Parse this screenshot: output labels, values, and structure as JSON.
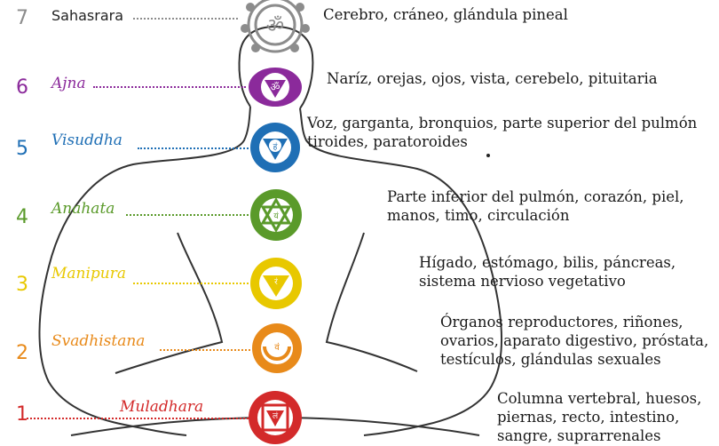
{
  "chakras": [
    {
      "num": "7",
      "name": "Sahasrara",
      "color": "#8c8c8c",
      "symbol": "ॐ",
      "desc": [
        "Cerebro, cráneo, glándula pineal"
      ]
    },
    {
      "num": "6",
      "name": "Ajna",
      "color": "#8b2a9b",
      "symbol": "ॐ",
      "desc": [
        "Naríz, orejas, ojos, vista, cerebelo, pituitaria"
      ]
    },
    {
      "num": "5",
      "name": "Visuddha",
      "color": "#1f6fb5",
      "symbol": "हं",
      "desc": [
        "Voz, garganta, bronquios, parte superior del pulmón",
        "tiroides, paratoroides"
      ]
    },
    {
      "num": "4",
      "name": "Anahata",
      "color": "#5a9a2a",
      "symbol": "यं",
      "desc": [
        "Parte inferior del pulmón, corazón, piel,",
        "manos, timo, circulación"
      ]
    },
    {
      "num": "3",
      "name": "Manipura",
      "color": "#e8c800",
      "symbol": "रं",
      "desc": [
        "Hígado, estómago, bilis, páncreas,",
        "sistema nervioso vegetativo"
      ]
    },
    {
      "num": "2",
      "name": "Svadhistana",
      "color": "#e88a1a",
      "symbol": "वं",
      "desc": [
        "Órganos reproductores, riñones,",
        "ovarios, aparato digestivo, próstata,",
        "testículos, glándulas sexuales"
      ]
    },
    {
      "num": "1",
      "name": "Muladhara",
      "color": "#d32a2a",
      "symbol": "लं",
      "desc": [
        "Columna vertebral, huesos,",
        "piernas, recto, intestino,",
        "sangre, suprarrenales"
      ]
    }
  ]
}
